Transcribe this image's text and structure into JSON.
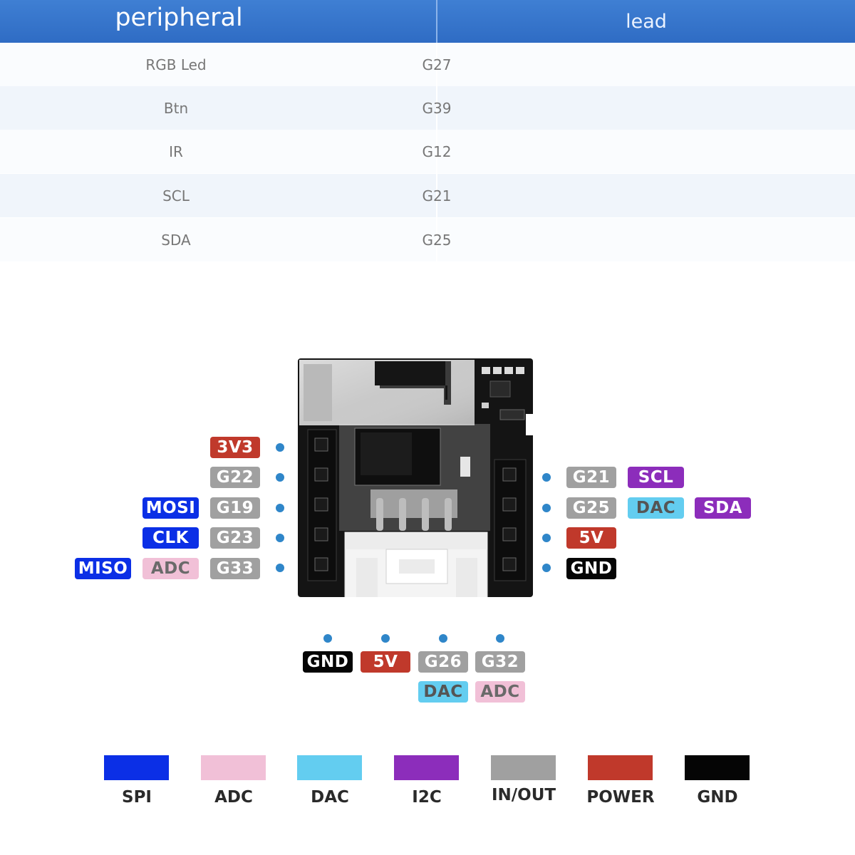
{
  "table": {
    "headers": [
      "peripheral",
      "lead"
    ],
    "rows": [
      [
        "RGB Led",
        "G27"
      ],
      [
        "Btn",
        "G39"
      ],
      [
        "IR",
        "G12"
      ],
      [
        "SCL",
        "G21"
      ],
      [
        "SDA",
        "G25"
      ]
    ]
  },
  "pins": {
    "left": [
      [
        "3V3"
      ],
      [
        "G22"
      ],
      [
        "G19",
        "MOSI"
      ],
      [
        "G23",
        "CLK"
      ],
      [
        "G33",
        "ADC",
        "MISO"
      ]
    ],
    "right": [
      [
        "G21",
        "SCL"
      ],
      [
        "G25",
        "DAC",
        "SDA"
      ],
      [
        "5V"
      ],
      [
        "GND"
      ]
    ],
    "bottom": [
      [
        "GND"
      ],
      [
        "5V"
      ],
      [
        "G26",
        "DAC"
      ],
      [
        "G32",
        "ADC"
      ]
    ]
  },
  "legend": {
    "items": [
      {
        "label": "SPI",
        "color": "#0b2fe6"
      },
      {
        "label": "ADC",
        "color": "#f1c0d7"
      },
      {
        "label": "DAC",
        "color": "#63cdf0"
      },
      {
        "label": "I2C",
        "color": "#8c2dbb"
      },
      {
        "label": "IN/OUT",
        "color": "#a0a0a0"
      },
      {
        "label": "POWER",
        "color": "#c0392b"
      },
      {
        "label": "GND",
        "color": "#050505"
      }
    ]
  }
}
